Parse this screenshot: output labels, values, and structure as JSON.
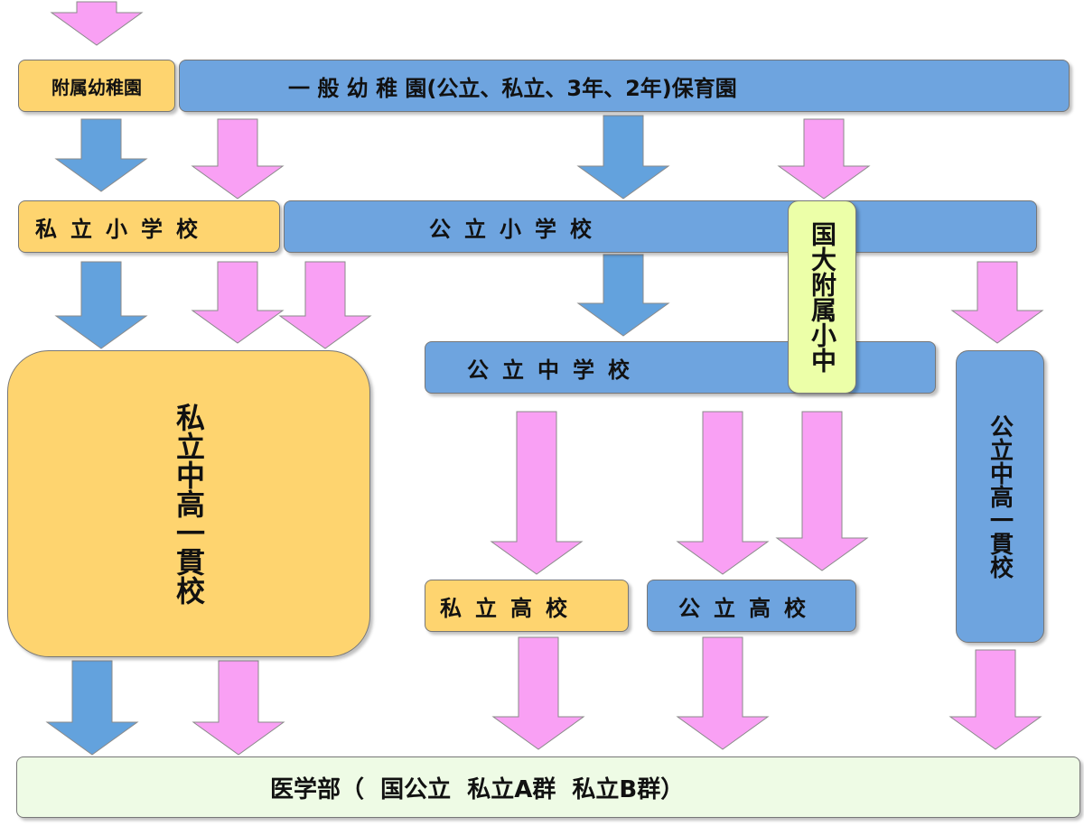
{
  "colors": {
    "blue_arrow": "#63a2dd",
    "pink_arrow": "#f9a0f4",
    "orange_box": "#fed46f",
    "blue_box": "#6ea4df",
    "lime_box": "#ecffa8",
    "mint_box": "#eefbe5"
  },
  "boxes": {
    "fuzoku_kindergarten": "附属幼稚園",
    "general_kindergarten": "一 般 幼 稚 園(公立、私立、3年、2年)保育園",
    "private_elementary": "私立小学校",
    "public_elementary": "公立小学校",
    "national_attached": "国大附属小中",
    "public_junior_high": "公立中学校",
    "private_integrated": "私立中高一貫校",
    "public_integrated": "公立中高一貫校",
    "private_high": "私立高校",
    "public_high": "公立高校",
    "medical_school": "医学部（  国公立  私立A群  私立B群）"
  }
}
